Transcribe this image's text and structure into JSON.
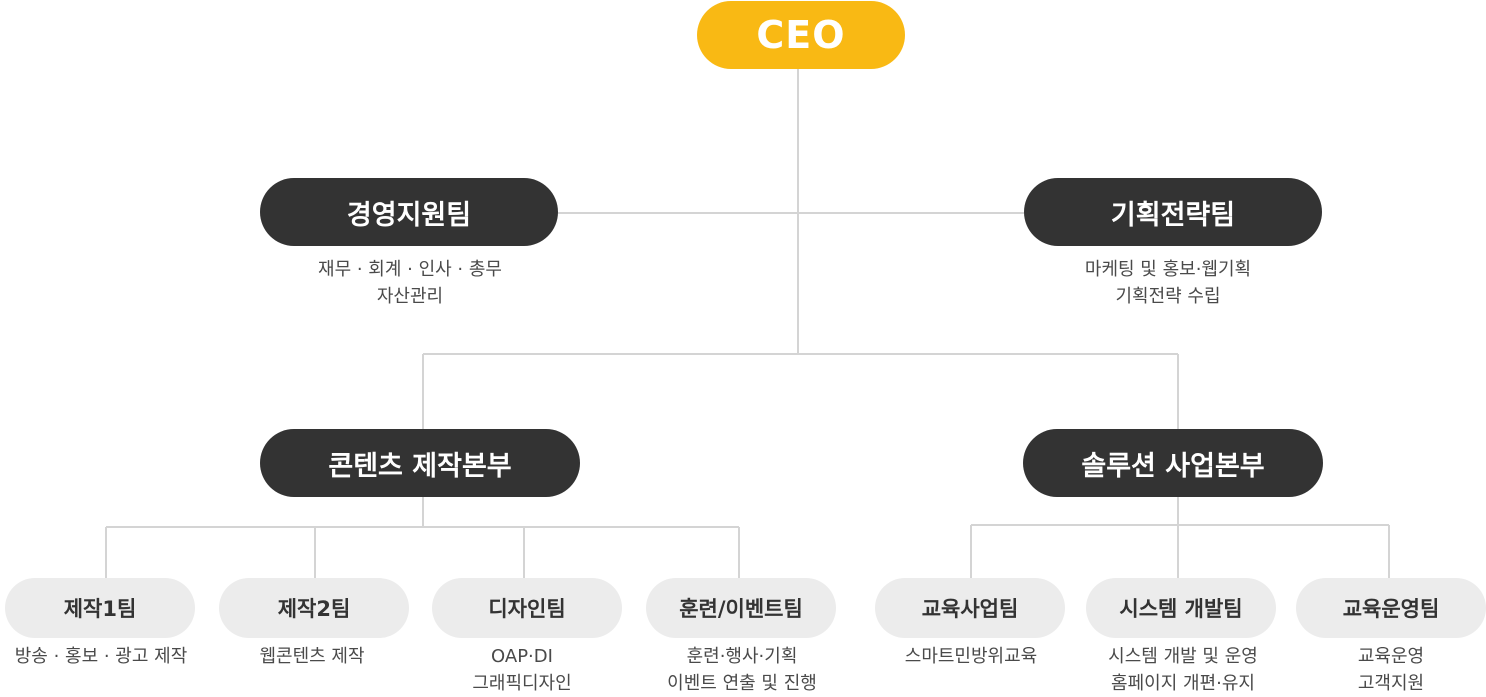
{
  "ceo": {
    "label": "CEO"
  },
  "teams_top": {
    "management": {
      "label": "경영지원팀",
      "desc": [
        "재무 · 회계 · 인사 · 총무",
        "자산관리"
      ]
    },
    "planning": {
      "label": "기획전략팀",
      "desc": [
        "마케팅 및 홍보·웹기획",
        "기획전략 수립"
      ]
    }
  },
  "divisions": {
    "content": {
      "label": "콘텐츠 제작본부"
    },
    "solution": {
      "label": "솔루션 사업본부"
    }
  },
  "content_teams": [
    {
      "label": "제작1팀",
      "desc": [
        "방송 · 홍보 · 광고 제작"
      ]
    },
    {
      "label": "제작2팀",
      "desc": [
        "웹콘텐츠 제작"
      ]
    },
    {
      "label": "디자인팀",
      "desc": [
        "OAP·DI",
        "그래픽디자인"
      ]
    },
    {
      "label": "훈련/이벤트팀",
      "desc": [
        "훈련·행사·기획",
        "이벤트 연출 및 진행"
      ]
    }
  ],
  "solution_teams": [
    {
      "label": "교육사업팀",
      "desc": [
        "스마트민방위교육"
      ]
    },
    {
      "label": "시스템 개발팀",
      "desc": [
        "시스템 개발 및 운영",
        "홈페이지 개편·유지"
      ]
    },
    {
      "label": "교육운영팀",
      "desc": [
        "교육운영",
        "고객지원"
      ]
    }
  ],
  "colors": {
    "ceo": "#f9b914",
    "dark_node": "#333333",
    "light_node": "#ececec",
    "connector": "#d4d4d4"
  }
}
